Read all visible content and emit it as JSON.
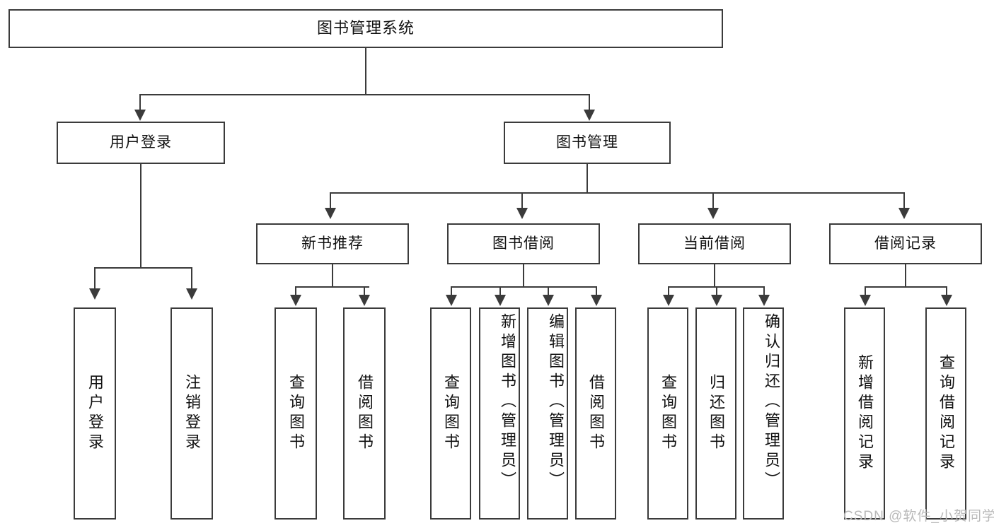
{
  "diagram": {
    "title": "图书管理系统",
    "watermark": "CSDN @软件_小贺同学",
    "level1": [
      {
        "label": "用户登录"
      },
      {
        "label": "图书管理"
      }
    ],
    "level2": [
      {
        "label": "新书推荐"
      },
      {
        "label": "图书借阅"
      },
      {
        "label": "当前借阅"
      },
      {
        "label": "借阅记录"
      }
    ],
    "leaves": {
      "user_login": [
        {
          "label": "用户登录"
        },
        {
          "label": "注销登录"
        }
      ],
      "new_book": [
        {
          "label": "查询图书"
        },
        {
          "label": "借阅图书"
        }
      ],
      "book_borrow": [
        {
          "label": "查询图书"
        },
        {
          "label": "新增图书（管理员）"
        },
        {
          "label": "编辑图书（管理员）"
        },
        {
          "label": "借阅图书"
        }
      ],
      "current_borrow": [
        {
          "label": "查询图书"
        },
        {
          "label": "归还图书"
        },
        {
          "label": "确认归还（管理员）"
        }
      ],
      "borrow_record": [
        {
          "label": "新增借阅记录"
        },
        {
          "label": "查询借阅记录"
        }
      ]
    }
  },
  "colors": {
    "stroke": "#3b3b3b",
    "background": "#ffffff",
    "text": "#111111",
    "watermark": "#b9b9b9"
  }
}
